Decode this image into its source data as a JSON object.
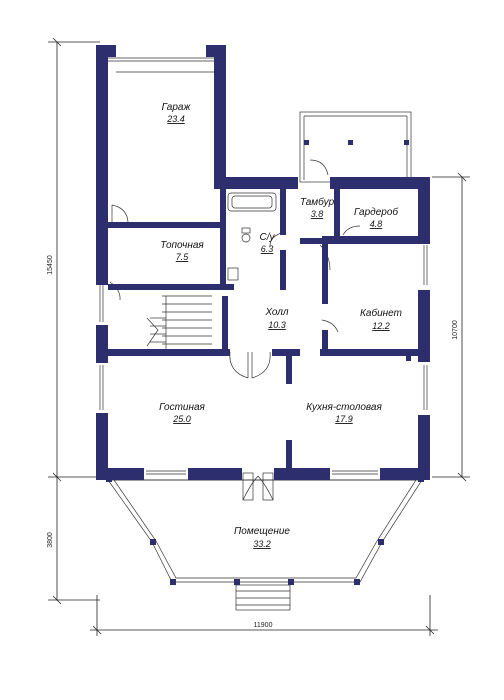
{
  "colors": {
    "wall": "#2c2e6e",
    "line": "#333333",
    "background": "#ffffff"
  },
  "rooms": {
    "garage": {
      "name": "Гараж",
      "area": "23.4"
    },
    "boiler": {
      "name": "Топочная",
      "area": "7.5"
    },
    "bathroom": {
      "name": "С/у",
      "area": "6.3"
    },
    "vestibule": {
      "name": "Тамбур",
      "area": "3.8"
    },
    "wardrobe": {
      "name": "Гардероб",
      "area": "4.8"
    },
    "hall": {
      "name": "Холл",
      "area": "10.3"
    },
    "study": {
      "name": "Кабинет",
      "area": "12.2"
    },
    "living": {
      "name": "Гостиная",
      "area": "25.0"
    },
    "kitchen": {
      "name": "Кухня-столовая",
      "area": "17.9"
    },
    "premises": {
      "name": "Помещение",
      "area": "33.2"
    }
  },
  "dimensions": {
    "left_total": "15450",
    "left_lower": "3800",
    "right_main": "10700",
    "bottom_width": "11900"
  }
}
